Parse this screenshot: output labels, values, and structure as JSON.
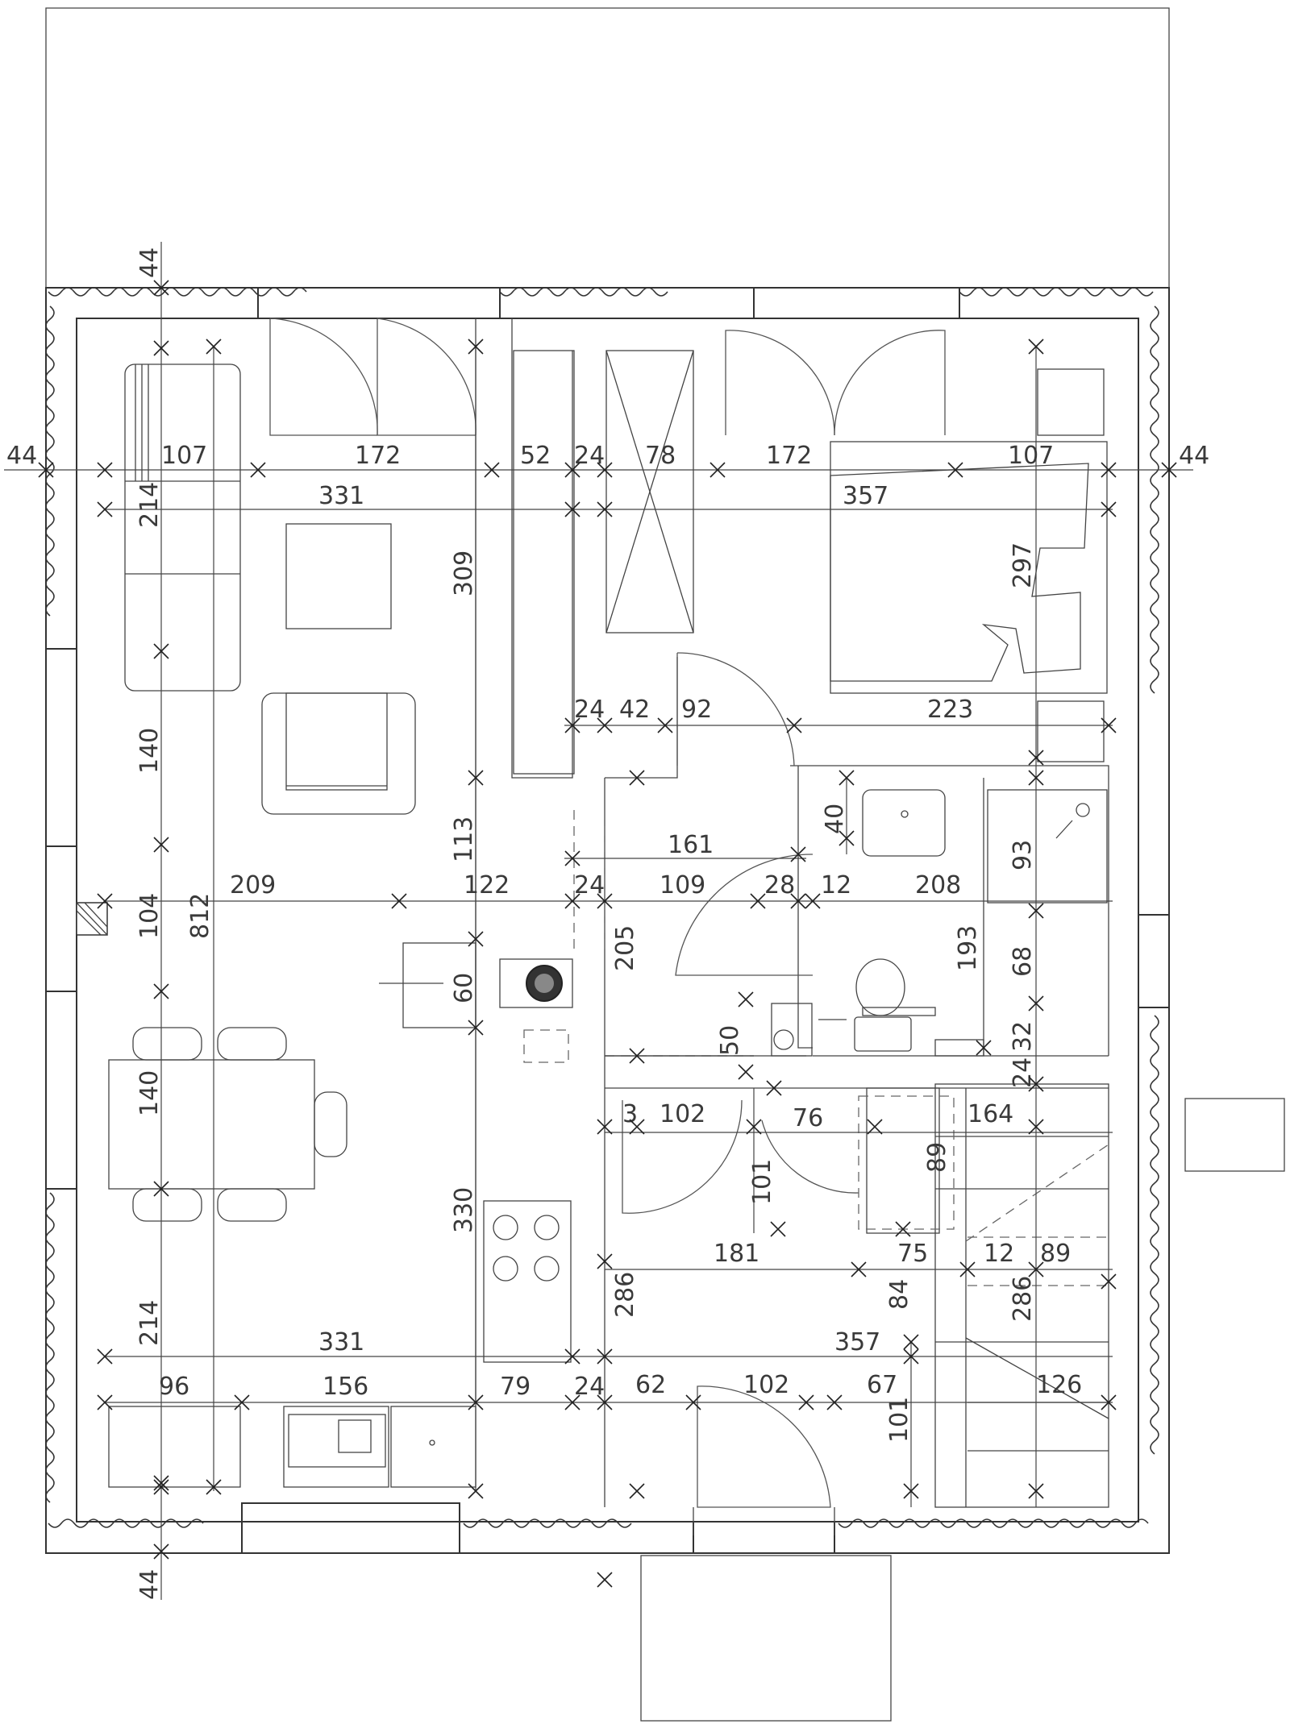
{
  "dimensions": {
    "wall_top_left": "44",
    "wall_left": "44",
    "wall_right": "44",
    "wall_bottom_left": "44",
    "top_row_1": "107",
    "top_row_2": "172",
    "top_row_3": "52",
    "top_row_4": "24",
    "top_row_5": "78",
    "top_row_6": "172",
    "top_row_7": "107",
    "living_width": "331",
    "bedroom_width": "357",
    "sofa_length": "214",
    "wardrobe_height": "309",
    "bed_length": "297",
    "corr_24": "24",
    "corr_42": "42",
    "corr_92": "92",
    "bedroom_223": "223",
    "living_140_upper": "140",
    "sink_40": "40",
    "hall_161": "161",
    "shower_93": "93",
    "wall_113": "113",
    "mid_209": "209",
    "mid_122": "122",
    "mid_24": "24",
    "mid_109": "109",
    "mid_28": "28",
    "mid_12": "12",
    "mid_208": "208",
    "window_104": "104",
    "total_812": "812",
    "fridge_60": "60",
    "hall_205": "205",
    "bath_193": "193",
    "bath_68": "68",
    "bath_50": "50",
    "bath_32": "32",
    "bath_24": "24",
    "dining_140": "140",
    "pantry_3": "3",
    "pantry_102": "102",
    "hall_76": "76",
    "stair_164": "164",
    "stair_89": "89",
    "door_101": "101",
    "kitchen_330": "330",
    "hall_181": "181",
    "hall_75": "75",
    "stair_12": "12",
    "stair_89b": "89",
    "stair_84": "84",
    "hall_286": "286",
    "stair_286": "286",
    "lower_214": "214",
    "lower_331": "331",
    "lower_357": "357",
    "kit_96": "96",
    "kit_156": "156",
    "kit_79": "79",
    "kit_24": "24",
    "entry_62": "62",
    "entry_102": "102",
    "entry_67": "67",
    "stair_126": "126",
    "entry_101": "101",
    "wall_bottom_44": "44"
  }
}
